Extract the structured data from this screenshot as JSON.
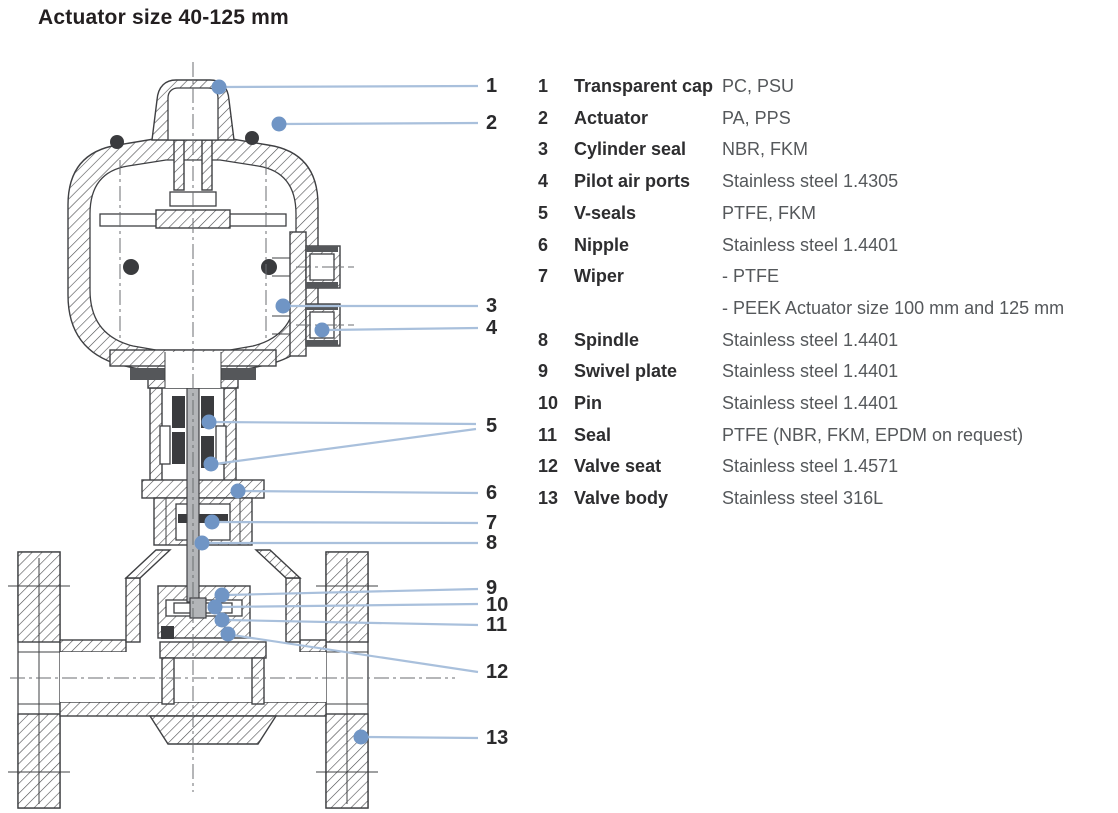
{
  "title": "Actuator size 40-125 mm",
  "colors": {
    "title_text": "#231f20",
    "legend_text": "#2d2d2f",
    "material_text": "#55585b",
    "callout_dot": "#7095c5",
    "leader_line": "#a9c0dc",
    "drawing_line": "#3f4043"
  },
  "diagram": {
    "description": "Cross-section drawing of pneumatically actuated valve, actuator size 40-125 mm",
    "callouts": [
      {
        "n": "1"
      },
      {
        "n": "2"
      },
      {
        "n": "3"
      },
      {
        "n": "4"
      },
      {
        "n": "5"
      },
      {
        "n": "6"
      },
      {
        "n": "7"
      },
      {
        "n": "8"
      },
      {
        "n": "9"
      },
      {
        "n": "10"
      },
      {
        "n": "11"
      },
      {
        "n": "12"
      },
      {
        "n": "13"
      }
    ]
  },
  "legend": {
    "rows": [
      {
        "num": "1",
        "name": "Transparent cap",
        "material": "PC, PSU"
      },
      {
        "num": "2",
        "name": "Actuator",
        "material": "PA, PPS"
      },
      {
        "num": "3",
        "name": "Cylinder seal",
        "material": "NBR, FKM"
      },
      {
        "num": "4",
        "name": "Pilot air ports",
        "material": "Stainless steel 1.4305"
      },
      {
        "num": "5",
        "name": "V-seals",
        "material": "PTFE, FKM"
      },
      {
        "num": "6",
        "name": "Nipple",
        "material": "Stainless steel 1.4401"
      },
      {
        "num": "7",
        "name": "Wiper",
        "material": "- PTFE",
        "material2": "- PEEK Actuator size 100 mm and 125 mm"
      },
      {
        "num": "8",
        "name": "Spindle",
        "material": "Stainless steel 1.4401"
      },
      {
        "num": "9",
        "name": "Swivel plate",
        "material": "Stainless steel 1.4401"
      },
      {
        "num": "10",
        "name": "Pin",
        "material": "Stainless steel 1.4401"
      },
      {
        "num": "11",
        "name": "Seal",
        "material": "PTFE (NBR, FKM, EPDM on request)"
      },
      {
        "num": "12",
        "name": "Valve seat",
        "material": "Stainless steel 1.4571"
      },
      {
        "num": "13",
        "name": "Valve body",
        "material": "Stainless steel 316L"
      }
    ]
  }
}
